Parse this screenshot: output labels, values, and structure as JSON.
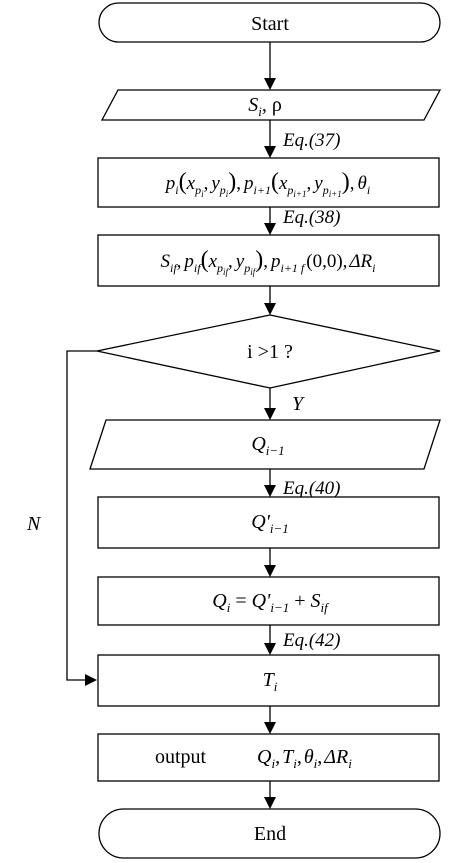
{
  "nodes": {
    "start": "Start",
    "input_s": {
      "S": "S",
      "i": "i",
      "rest": ", ρ"
    },
    "box1": {
      "p": "p",
      "i": "i",
      "x": "x",
      "p_sub": "p",
      "y": "y",
      "i1": "i+1",
      "theta": "θ",
      "comma": ","
    },
    "box2": {
      "S": "S",
      "if": "if",
      "p": "p",
      "x": "x",
      "y": "y",
      "p_sub": "p",
      "i1f": "i+1 f",
      "zero": "(0,0)",
      "delta": "ΔR",
      "i": "i",
      "comma": ","
    },
    "decision": "i >1 ?",
    "input_q": {
      "Q": "Q",
      "sub": "i−1"
    },
    "box3": {
      "Q": "Q'",
      "sub": "i−1"
    },
    "box4": {
      "Q": "Q",
      "i": "i",
      "eq": " = ",
      "Q2": "Q'",
      "sub": "i−1",
      "plus": " + ",
      "S": "S",
      "if": "if"
    },
    "box5": {
      "T": "T",
      "i": "i"
    },
    "box6": {
      "label": "output",
      "Q": "Q",
      "i": "i",
      "T": "T",
      "theta": "θ",
      "delta": "ΔR",
      "comma": ","
    },
    "end": "End"
  },
  "edges": {
    "eq37": "Eq.(37)",
    "eq38": "Eq.(38)",
    "yes": "Y",
    "eq40": "Eq.(40)",
    "eq42": "Eq.(42)",
    "no": "N"
  }
}
